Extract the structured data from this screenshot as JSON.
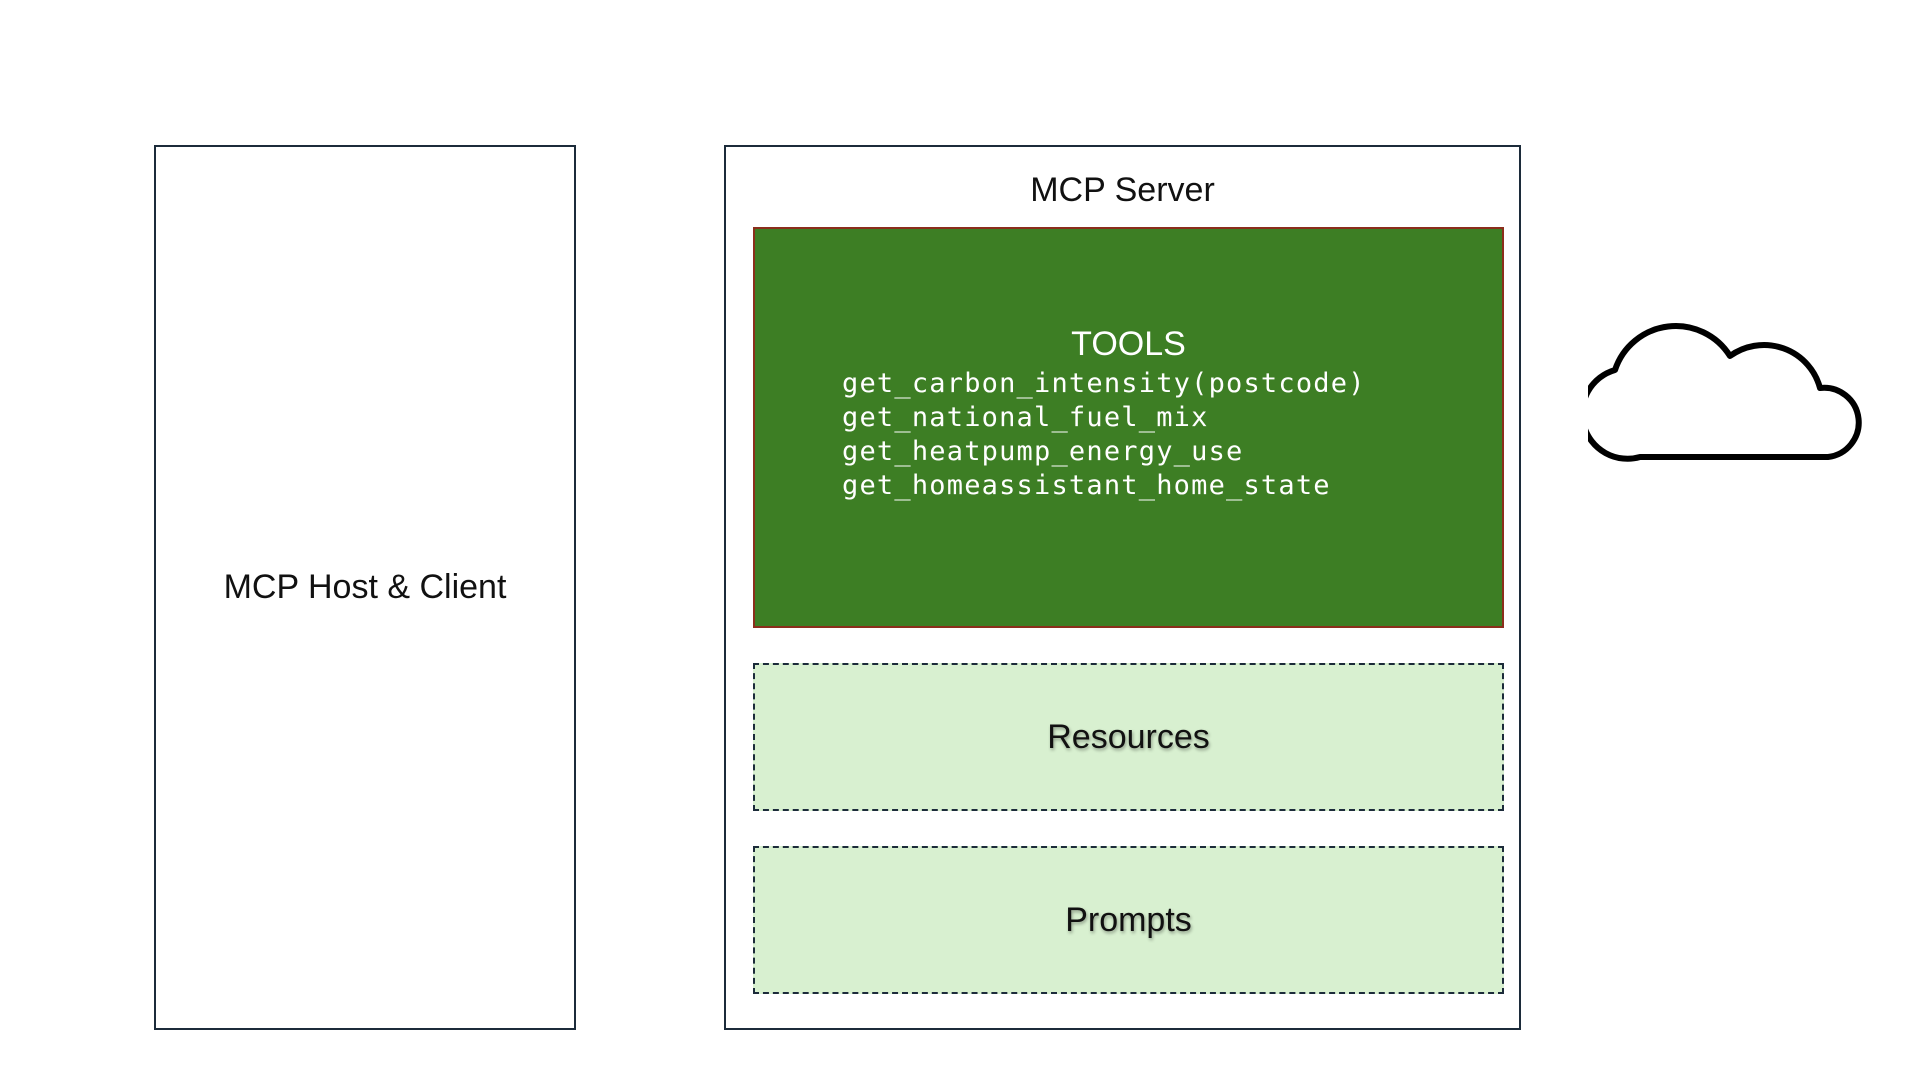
{
  "host": {
    "label": "MCP Host & Client"
  },
  "server": {
    "title": "MCP Server",
    "tools": {
      "title": "TOOLS",
      "items": [
        "get_carbon_intensity(postcode)",
        "get_national_fuel_mix",
        "get_heatpump_energy_use",
        "get_homeassistant_home_state"
      ]
    },
    "resources_label": "Resources",
    "prompts_label": "Prompts"
  },
  "icons": {
    "cloud": "cloud-icon"
  },
  "colors": {
    "tools_fill": "#3d7e24",
    "tools_border": "#8b2e1c",
    "secondary_fill": "#d8f0d0",
    "outline": "#1c2b3a"
  }
}
